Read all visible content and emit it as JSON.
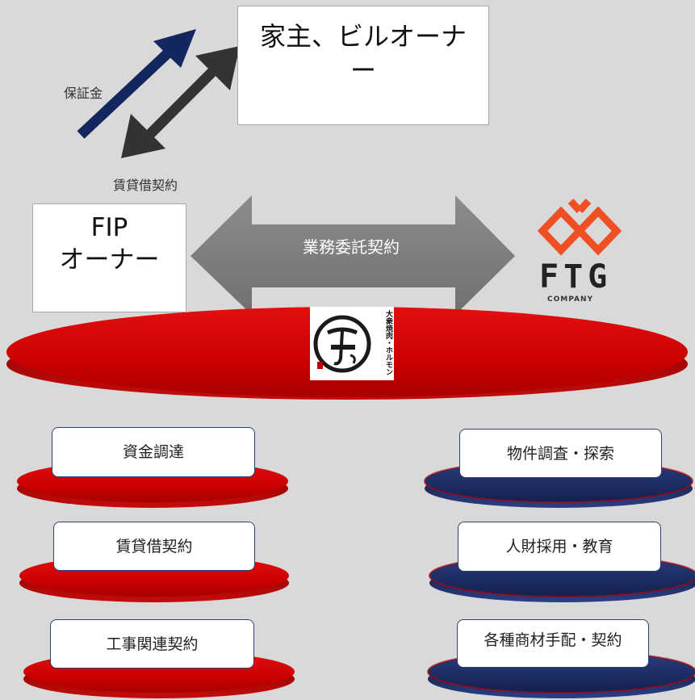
{
  "diagram": {
    "landlord_box": {
      "label": "家主、ビルオーナー"
    },
    "deposit_label": "保証金",
    "lease_top_label": "賃貸借契約",
    "fip_box": {
      "line1": "FIP",
      "line2": "オーナー"
    },
    "contract_arrow_label": "業務委託契約",
    "ftg_logo": {
      "brand": "FTG",
      "sub": "COMPANY"
    },
    "shop_logo": {
      "text": "大衆焼肉・ホルモン"
    },
    "left_tasks": [
      {
        "label": "資金調達"
      },
      {
        "label": "賃貸借契約"
      },
      {
        "label": "工事関連契約"
      }
    ],
    "right_tasks": [
      {
        "label": "物件調査・探索"
      },
      {
        "label": "人財採用・教育"
      },
      {
        "label": "各種商材手配・契約"
      }
    ],
    "colors": {
      "background": "#d9d9d9",
      "red_disc": "#cc0000",
      "navy_disc": "#1f2f66",
      "navy_arrow": "#13265e",
      "dark_arrow": "#333333",
      "grey_arrow": "#7f7f7f",
      "ftg_orange": "#f04e23"
    }
  }
}
